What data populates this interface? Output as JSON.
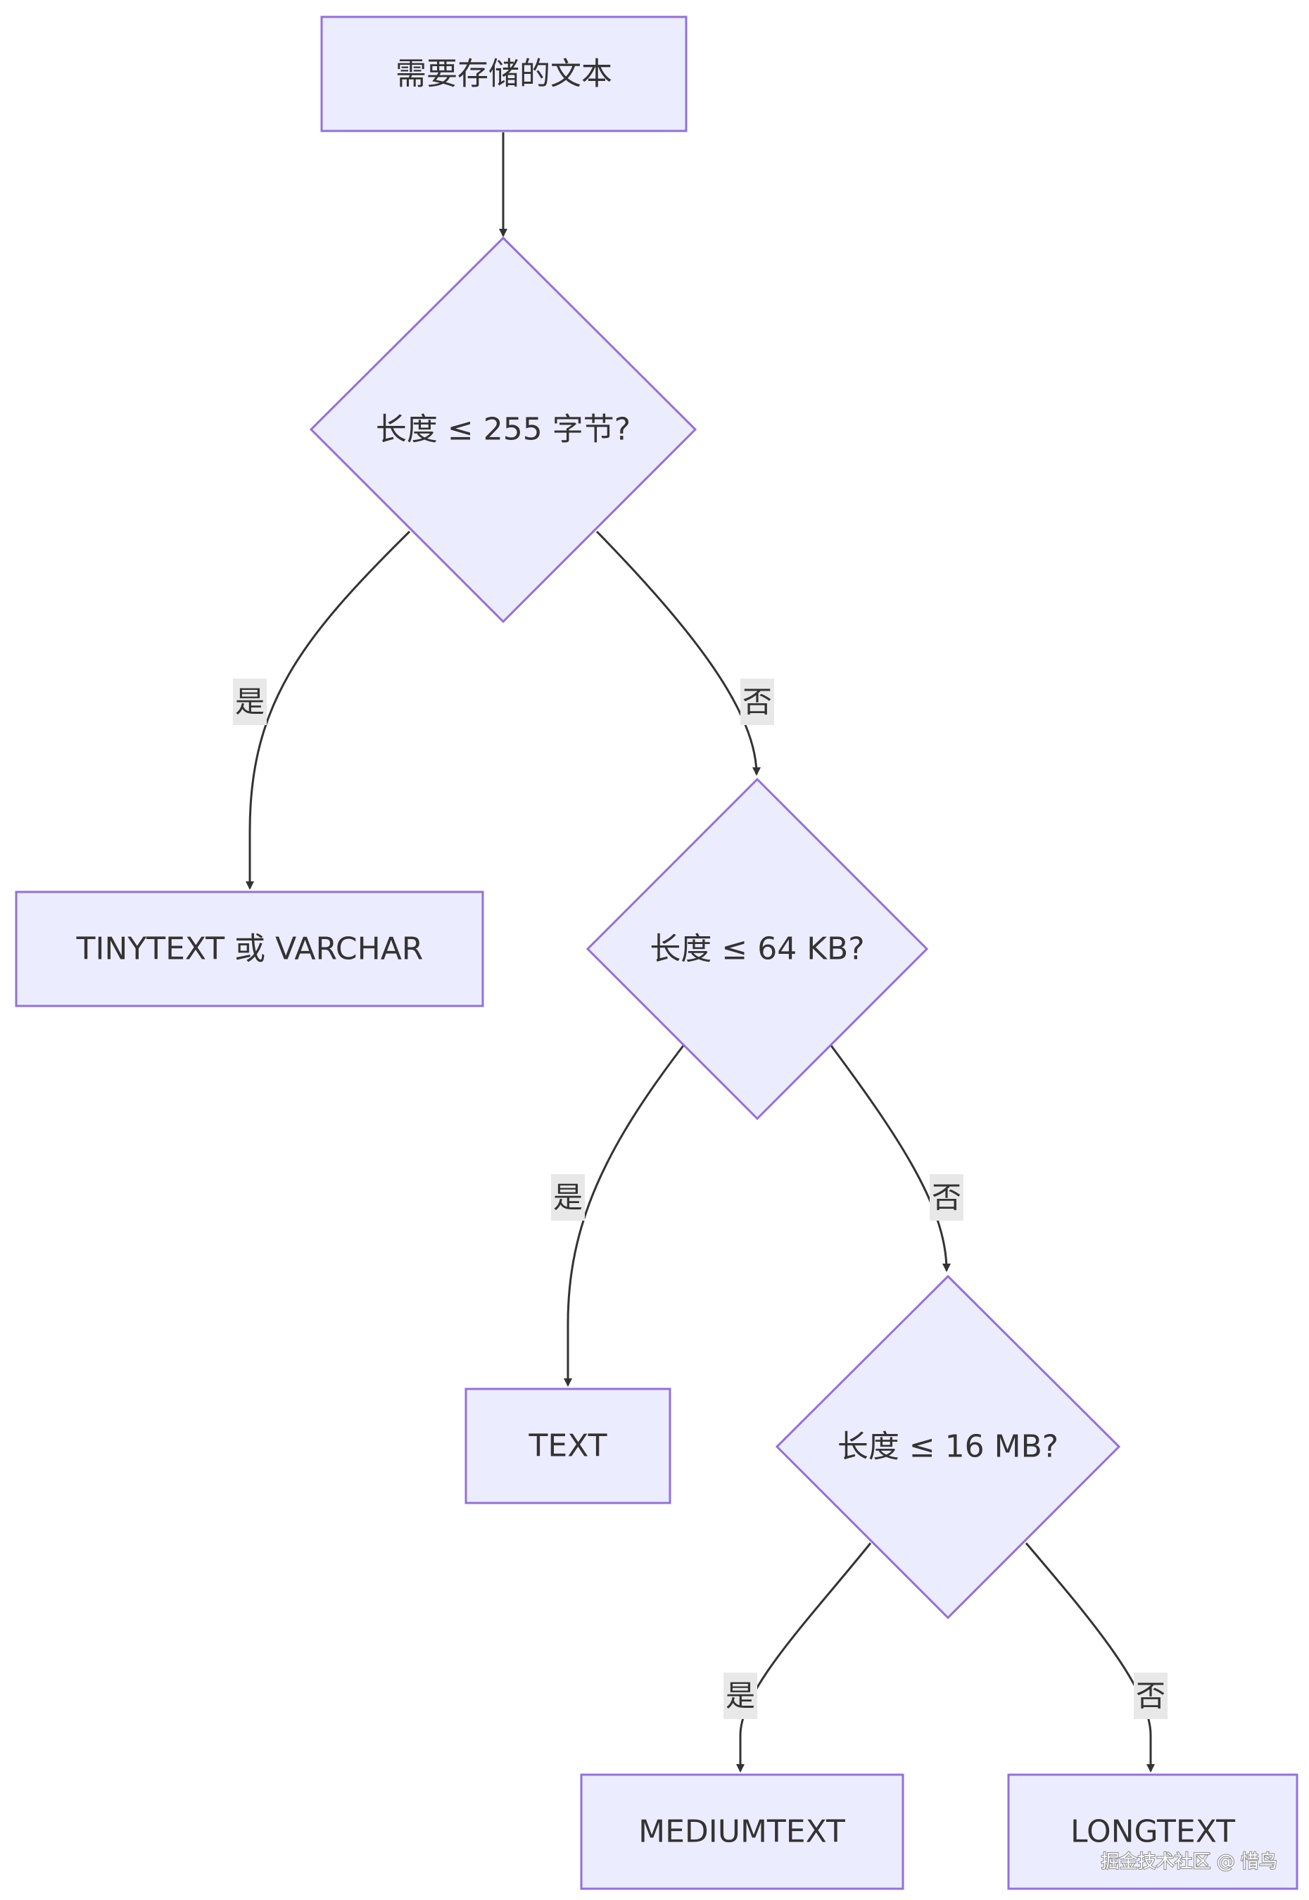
{
  "nodes": {
    "start": "需要存储的文本",
    "decision_255": "长度 ≤ 255 字节?",
    "tinytext": "TINYTEXT 或 VARCHAR",
    "decision_64kb": "长度 ≤ 64 KB?",
    "text": "TEXT",
    "decision_16mb": "长度 ≤ 16 MB?",
    "mediumtext": "MEDIUMTEXT",
    "longtext": "LONGTEXT"
  },
  "edges": {
    "d255_yes": "是",
    "d255_no": "否",
    "d64_yes": "是",
    "d64_no": "否",
    "d16_yes": "是",
    "d16_no": "否"
  },
  "watermark": "掘金技术社区 @ 惜鸟",
  "colors": {
    "node_fill": "#ECECFF",
    "node_stroke": "#9370DB",
    "edge": "#333333",
    "label_bg": "#e8e8e8",
    "text": "#333333"
  }
}
